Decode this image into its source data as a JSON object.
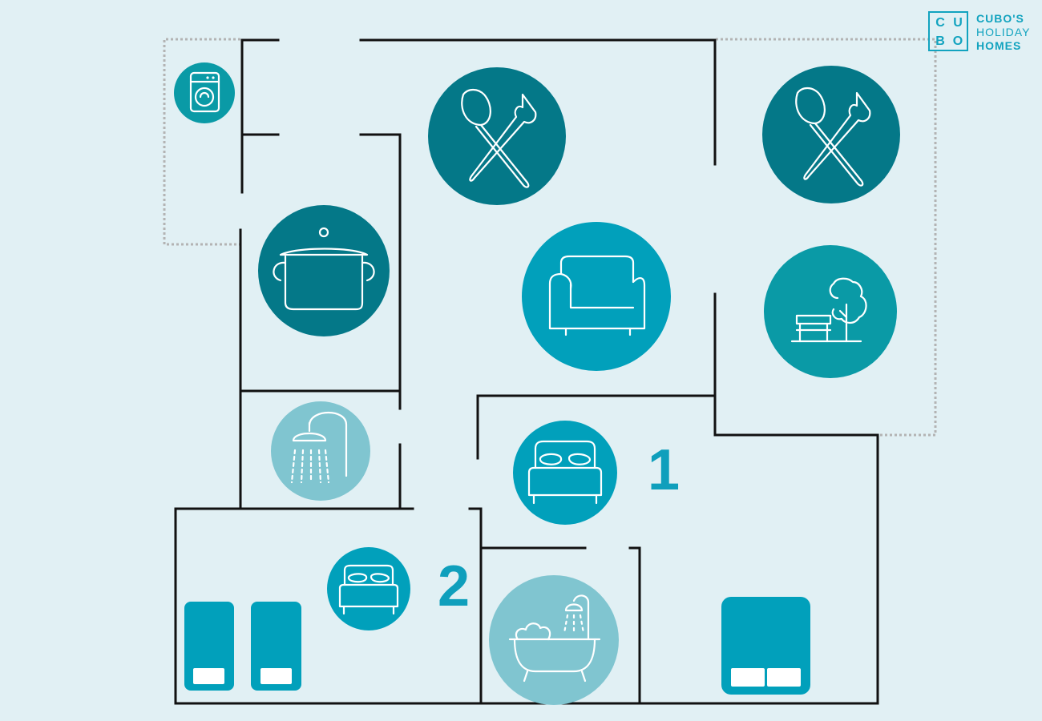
{
  "brand": {
    "logo_letters": [
      "C",
      "U",
      "B",
      "O"
    ],
    "name_lines": [
      "CUBO'S",
      "HOLIDAY",
      "HOMES"
    ],
    "color": "#12a3bf"
  },
  "rooms": {
    "bedroom_1": {
      "number": "1",
      "beds": [
        "double"
      ]
    },
    "bedroom_2": {
      "number": "2",
      "beds": [
        "single",
        "single"
      ]
    }
  },
  "icons": [
    "washing-machine-icon",
    "dining-icon",
    "dining-icon",
    "kitchen-pot-icon",
    "living-room-sofa-icon",
    "garden-icon",
    "shower-icon",
    "bedroom-bed-icon",
    "bedroom-bed-icon",
    "bathtub-icon",
    "double-bed-icon",
    "single-bed-icon"
  ],
  "colors": {
    "background": "#e1f0f4",
    "walls": "#111111",
    "outdoor_boundary": "#b3b3b3",
    "dark_teal": "#047888",
    "mid_teal": "#0a9aa6",
    "bright_blue": "#01a0bb",
    "light_blue": "#80c5d0",
    "room_number": "#0f9fbc"
  }
}
